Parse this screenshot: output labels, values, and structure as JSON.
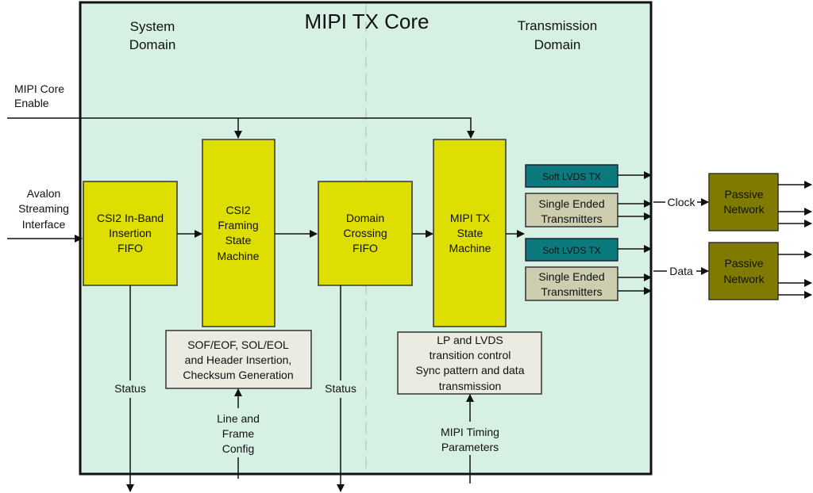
{
  "title": "MIPI TX Core",
  "domains": {
    "system": [
      "System",
      "Domain"
    ],
    "transmission": [
      "Transmission",
      "Domain"
    ]
  },
  "inputs": {
    "enable": [
      "MIPI Core",
      "Enable"
    ],
    "avalon": [
      "Avalon",
      "Streaming",
      "Interface"
    ],
    "line_frame": [
      "Line and",
      "Frame",
      "Config"
    ],
    "timing": [
      "MIPI Timing",
      "Parameters"
    ]
  },
  "outputs": {
    "status_1": "Status",
    "status_2": "Status",
    "clock": "Clock",
    "data": "Data"
  },
  "blocks": {
    "csi2_fifo": [
      "CSI2 In-Band",
      "Insertion",
      "FIFO"
    ],
    "framing_sm": [
      "CSI2",
      "Framing",
      "State",
      "Machine"
    ],
    "domain_fifo": [
      "Domain",
      "Crossing",
      "FIFO"
    ],
    "mipi_sm": [
      "MIPI TX",
      "State",
      "Machine"
    ],
    "framing_desc": [
      "SOF/EOF, SOL/EOL",
      "and Header Insertion,",
      "Checksum Generation"
    ],
    "mipi_desc": [
      "LP and LVDS",
      "transition control",
      "Sync pattern and data",
      "transmission"
    ],
    "lvds_tx_1": "Soft LVDS TX",
    "se_tx_1": [
      "Single Ended",
      "Transmitters"
    ],
    "lvds_tx_2": "Soft LVDS TX",
    "se_tx_2": [
      "Single Ended",
      "Transmitters"
    ],
    "passive_1": [
      "Passive",
      "Network"
    ],
    "passive_2": [
      "Passive",
      "Network"
    ]
  },
  "colors": {
    "core_bg": "#d6f0e4",
    "yellow_block": "#dede00",
    "desc_block": "#ebebe1",
    "lvds_block": "#0b7a7e",
    "se_block": "#cdcdb0",
    "passive_block": "#7f7a00",
    "line": "#111111"
  }
}
